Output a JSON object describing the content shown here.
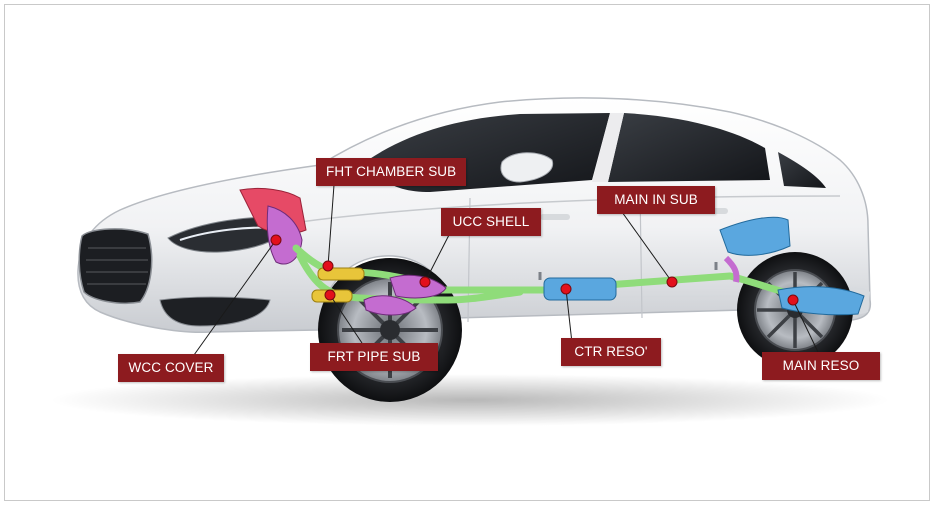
{
  "colors": {
    "label_bg": "#8d1b1f",
    "label_text": "#ffffff",
    "pointer_dot": "#e3101b",
    "exhaust_pipe": "#8fdc7a",
    "converter": "#c46cd0",
    "muffler": "#5aa7df",
    "front_pipe": "#e8c53a",
    "manifold": "#e64a66"
  },
  "labels": {
    "fht_chamber_sub": "FHT CHAMBER SUB",
    "ucc_shell": "UCC SHELL",
    "main_in_sub": "MAIN IN SUB",
    "wcc_cover": "WCC COVER",
    "frt_pipe_sub": "FRT PIPE SUB",
    "ctr_reso": "CTR RESO'",
    "main_reso": "MAIN RESO"
  },
  "icons": {
    "car": "sedan-car-illustration",
    "exhaust": "exhaust-system-illustration"
  }
}
